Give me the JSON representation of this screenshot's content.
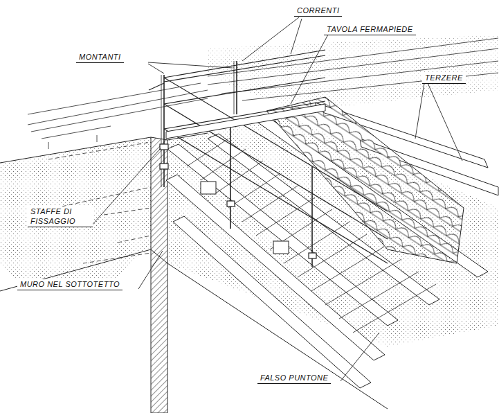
{
  "diagram": {
    "labels": [
      "CORRENTI",
      "TAVOLA FERMAPIEDE",
      "MONTANTI",
      "TERZERE",
      "STAFFE DI FISSAGGIO",
      "MURO NEL SOTTOTETTO",
      "FALSO PUNTONE"
    ]
  }
}
